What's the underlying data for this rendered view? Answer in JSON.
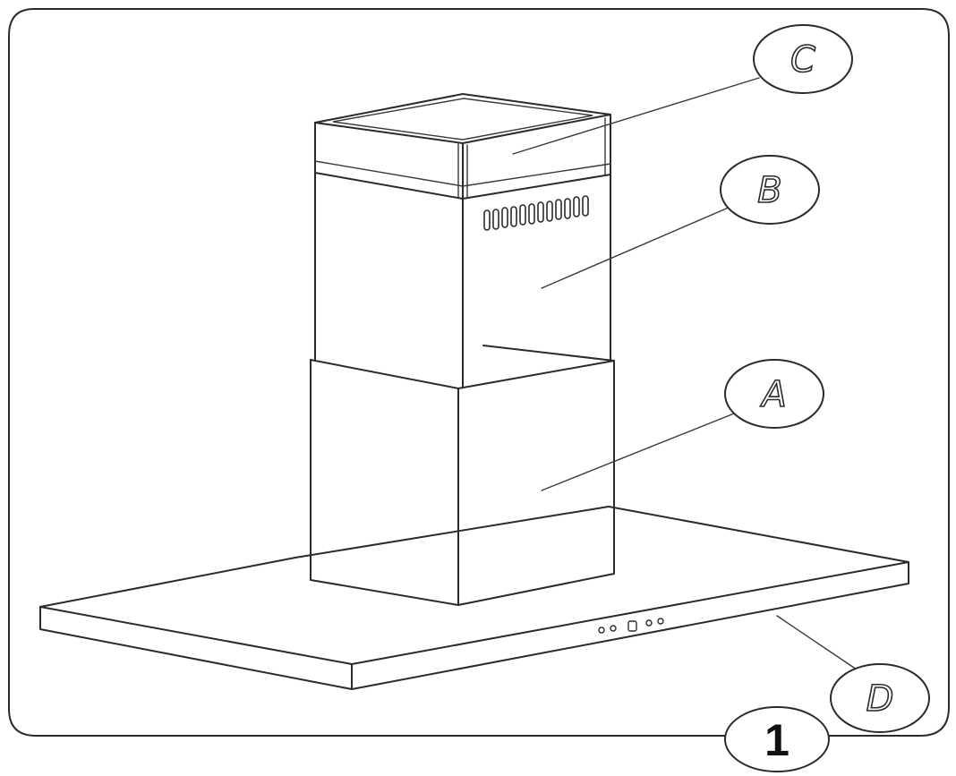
{
  "callouts": {
    "c": "C",
    "b": "B",
    "a": "A",
    "d": "D"
  },
  "figure_number": "1"
}
